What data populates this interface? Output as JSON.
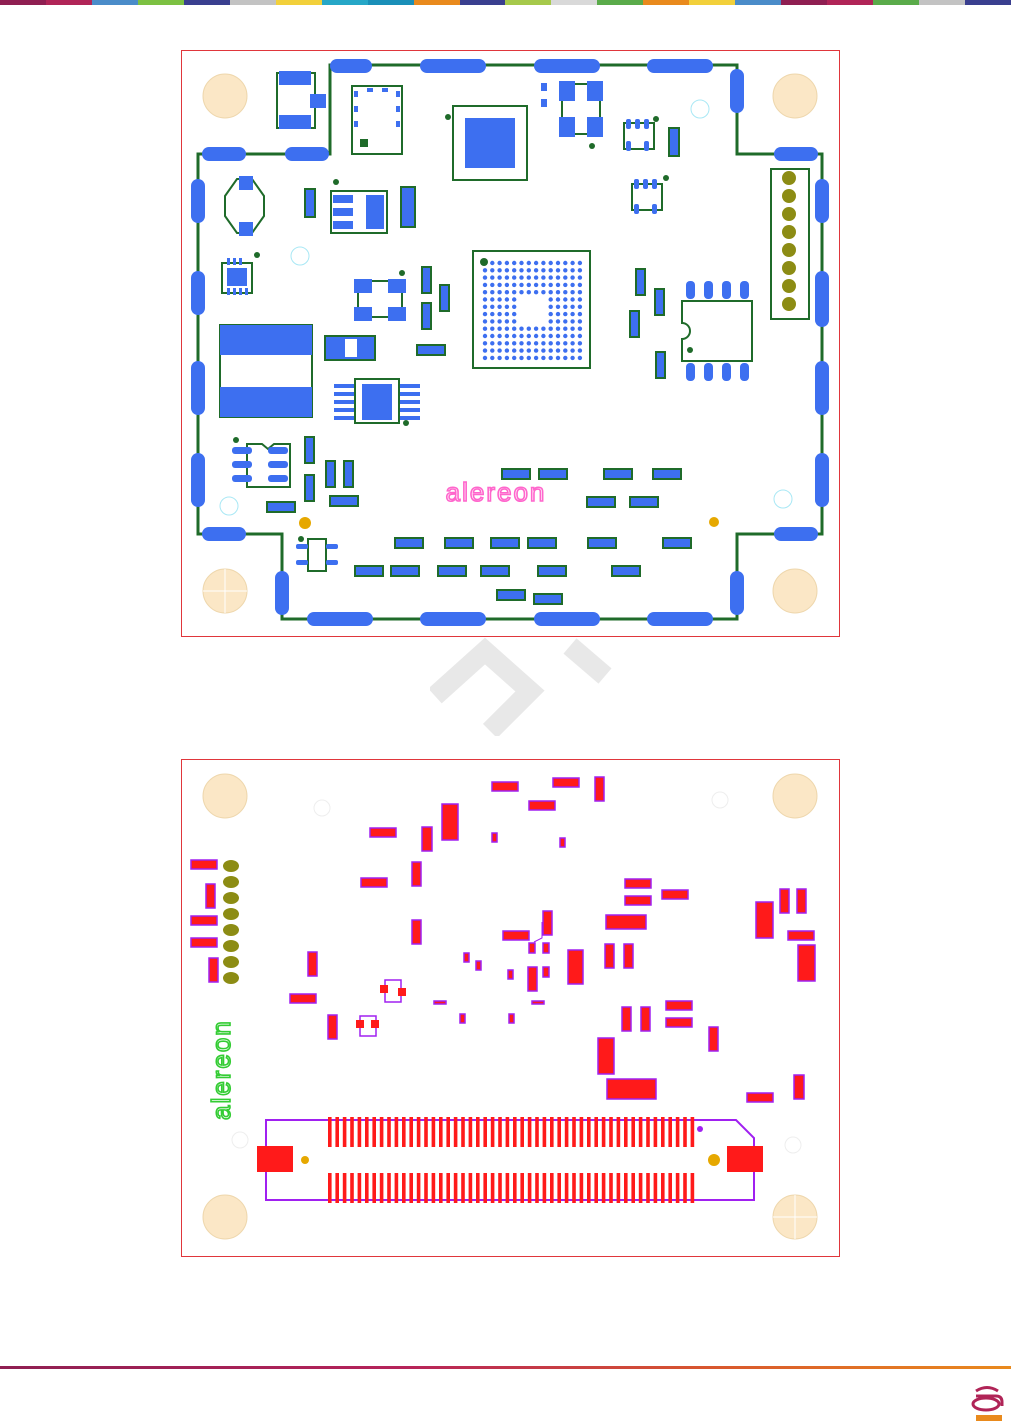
{
  "top_color_bar": [
    "#8f1f52",
    "#b02457",
    "#4a8cc9",
    "#7cc142",
    "#3a3f8f",
    "#c3c3c3",
    "#f2d03b",
    "#26a7c7",
    "#1a8fb8",
    "#e98a1d",
    "#3a3f8f",
    "#a6c94b",
    "#d9d9d9",
    "#5aab4a",
    "#e98a1d",
    "#f2d03b",
    "#4a8cc9",
    "#8f1f52",
    "#b02457",
    "#5aab4a",
    "#c3c3c3",
    "#3a3f8f"
  ],
  "top_view": {
    "silkscreen_logo": "alereon",
    "logo_color": "#ff66cc"
  },
  "bottom_view": {
    "silkscreen_logo": "alereon",
    "logo_color": "#33cc33"
  },
  "colors": {
    "pad_top": "#3d6ff0",
    "outline_top": "#1f6b2a",
    "pad_bottom": "#ff1a1a",
    "outline_bottom": "#a020f0",
    "mount_hole": "#fbe7c6",
    "fiducial": "#e6a800",
    "pin": "#8c8c14",
    "frame": "#e0363b"
  },
  "footer_logo": "alereon-logo-mark"
}
